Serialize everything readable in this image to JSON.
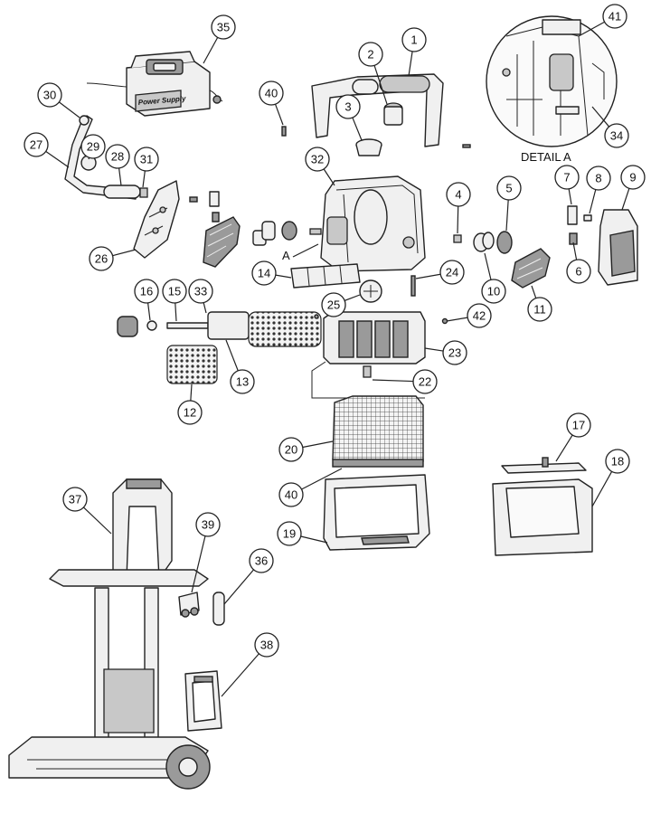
{
  "callouts": [
    {
      "id": "1",
      "label": "1"
    },
    {
      "id": "2",
      "label": "2"
    },
    {
      "id": "3",
      "label": "3"
    },
    {
      "id": "4",
      "label": "4"
    },
    {
      "id": "5",
      "label": "5"
    },
    {
      "id": "6",
      "label": "6"
    },
    {
      "id": "7",
      "label": "7"
    },
    {
      "id": "8",
      "label": "8"
    },
    {
      "id": "9",
      "label": "9"
    },
    {
      "id": "10",
      "label": "10"
    },
    {
      "id": "11",
      "label": "11"
    },
    {
      "id": "12",
      "label": "12"
    },
    {
      "id": "13",
      "label": "13"
    },
    {
      "id": "14",
      "label": "14"
    },
    {
      "id": "15",
      "label": "15"
    },
    {
      "id": "16",
      "label": "16"
    },
    {
      "id": "17",
      "label": "17"
    },
    {
      "id": "18",
      "label": "18"
    },
    {
      "id": "19",
      "label": "19"
    },
    {
      "id": "20",
      "label": "20"
    },
    {
      "id": "22",
      "label": "22"
    },
    {
      "id": "23",
      "label": "23"
    },
    {
      "id": "24",
      "label": "24"
    },
    {
      "id": "25",
      "label": "25"
    },
    {
      "id": "26",
      "label": "26"
    },
    {
      "id": "27",
      "label": "27"
    },
    {
      "id": "28",
      "label": "28"
    },
    {
      "id": "29",
      "label": "29"
    },
    {
      "id": "30",
      "label": "30"
    },
    {
      "id": "31",
      "label": "31"
    },
    {
      "id": "32",
      "label": "32"
    },
    {
      "id": "33",
      "label": "33"
    },
    {
      "id": "34",
      "label": "34"
    },
    {
      "id": "35",
      "label": "35"
    },
    {
      "id": "36",
      "label": "36"
    },
    {
      "id": "37",
      "label": "37"
    },
    {
      "id": "38",
      "label": "38"
    },
    {
      "id": "39",
      "label": "39"
    },
    {
      "id": "40a",
      "label": "40"
    },
    {
      "id": "40b",
      "label": "40"
    },
    {
      "id": "41",
      "label": "41"
    },
    {
      "id": "42",
      "label": "42"
    }
  ],
  "labels": {
    "detail_title": "DETAIL A",
    "ref_a": "A",
    "power_supply_text": "Power Supply"
  }
}
